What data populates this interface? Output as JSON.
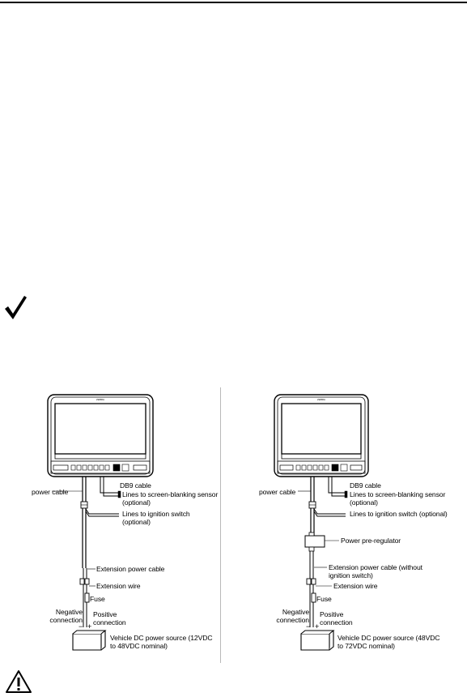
{
  "figure_left": {
    "labels": {
      "db9_cable": "DB9 cable",
      "power_cable": "power cable",
      "screen_blanking": "Lines to screen-blanking sensor (optional)",
      "ignition_switch": "Lines to ignition switch (optional)",
      "extension_power_cable": "Extension power cable",
      "extension_wire": "Extension wire",
      "fuse": "Fuse",
      "negative": "Negative connection",
      "positive": "Positive connection",
      "power_source": "Vehicle DC power source (12VDC to 48VDC nominal)"
    }
  },
  "figure_right": {
    "labels": {
      "db9_cable": "DB9 cable",
      "power_cable": "power cable",
      "screen_blanking": "Lines to screen-blanking sensor (optional)",
      "ignition_switch": "Lines to ignition switch (optional)",
      "pre_regulator": "Power pre-regulator",
      "extension_power_cable": "Extension power cable (without ignition switch)",
      "extension_wire": "Extension wire",
      "fuse": "Fuse",
      "negative": "Negative connection",
      "positive": "Positive connection",
      "power_source": "Vehicle DC power source (48VDC to 72VDC nominal)"
    }
  },
  "battery_terminals": {
    "minus": "−",
    "plus": "+"
  },
  "icons": {
    "note": "check-icon",
    "caution": "caution-icon"
  }
}
